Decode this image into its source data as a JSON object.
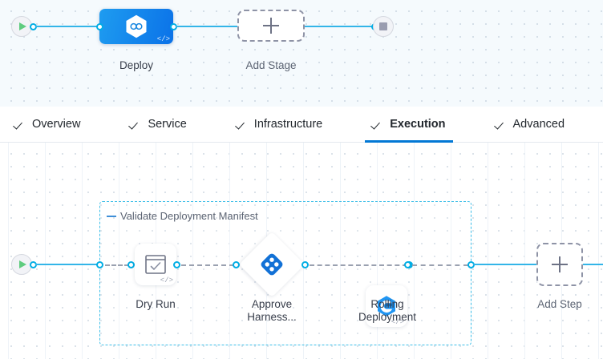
{
  "stage_canvas": {
    "start_node": {
      "icon": "play-icon",
      "name": "pipeline-start"
    },
    "end_node": {
      "icon": "stop-icon",
      "name": "pipeline-end"
    },
    "stage": {
      "label": "Deploy",
      "icon": "harness-hexagon-infinity-icon",
      "code_badge": "</>",
      "color": "#0b72e8"
    },
    "add_stage": {
      "label": "Add Stage",
      "icon": "plus-icon"
    }
  },
  "tabs": {
    "items": [
      {
        "label": "Overview",
        "icon": "check-icon",
        "active": false
      },
      {
        "label": "Service",
        "icon": "check-icon",
        "active": false
      },
      {
        "label": "Infrastructure",
        "icon": "check-icon",
        "active": false
      },
      {
        "label": "Execution",
        "icon": "check-icon",
        "active": true
      },
      {
        "label": "Advanced",
        "icon": "check-icon",
        "active": false
      }
    ],
    "active_color": "#0278d5"
  },
  "step_canvas": {
    "start_node": {
      "icon": "play-icon",
      "name": "execution-start"
    },
    "group": {
      "label": "Validate Deployment Manifest",
      "collapse_icon": "minus-icon",
      "border_color": "#3fbfe8"
    },
    "steps": [
      {
        "label": "Dry Run",
        "icon": "shell-script-check-icon",
        "shape": "rounded-square",
        "code_badge": "</>"
      },
      {
        "label": "Approve\nHarness...",
        "icon": "harness-approval-icon",
        "shape": "diamond",
        "code_badge": ""
      },
      {
        "label": "Rolling\nDeployment",
        "icon": "rolling-deployment-icon",
        "shape": "rounded-square",
        "code_badge": "</>"
      }
    ],
    "add_step": {
      "label": "Add Step",
      "icon": "plus-icon"
    }
  }
}
